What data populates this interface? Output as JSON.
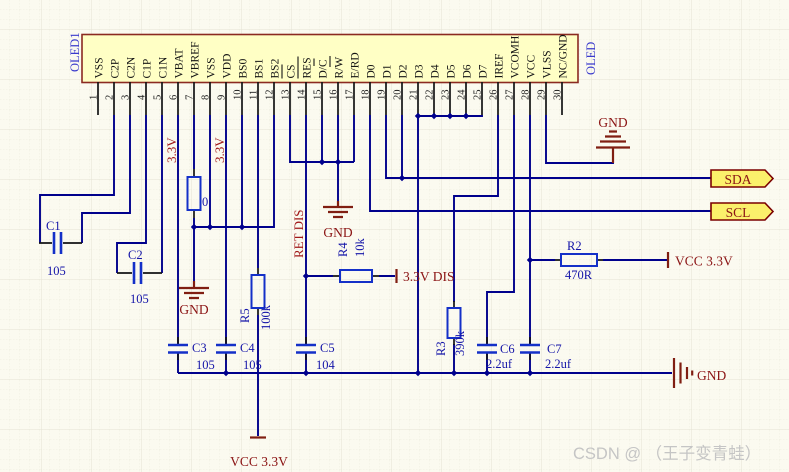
{
  "colors": {
    "background": "#FBFAF0",
    "wire_blue": "#00008C",
    "symbol_blue": "#1430C8",
    "text_blue": "#1414A8",
    "designator_blue": "#3A3ACC",
    "power_red": "#801E12",
    "label_red": "#A01818",
    "part_fill": "#FFFFC5",
    "part_border": "#8B2A21",
    "port_fill": "#FBF06B",
    "watermark_gray": "#C5C5C5"
  },
  "component": {
    "designator": "OLED1",
    "designator_right": "OLED",
    "pins": [
      {
        "num": "1",
        "name": "VSS"
      },
      {
        "num": "2",
        "name": "C2P"
      },
      {
        "num": "3",
        "name": "C2N"
      },
      {
        "num": "4",
        "name": "C1P"
      },
      {
        "num": "5",
        "name": "C1N"
      },
      {
        "num": "6",
        "name": "VBAT"
      },
      {
        "num": "7",
        "name": "VBREF"
      },
      {
        "num": "8",
        "name": "VSS"
      },
      {
        "num": "9",
        "name": "VDD"
      },
      {
        "num": "10",
        "name": "BS0"
      },
      {
        "num": "11",
        "name": "BS1"
      },
      {
        "num": "12",
        "name": "BS2"
      },
      {
        "num": "13",
        "name": "CS"
      },
      {
        "num": "14",
        "name": "RES"
      },
      {
        "num": "15",
        "name": "D/C"
      },
      {
        "num": "16",
        "name": "R/W"
      },
      {
        "num": "17",
        "name": "E/RD"
      },
      {
        "num": "18",
        "name": "D0"
      },
      {
        "num": "19",
        "name": "D1"
      },
      {
        "num": "20",
        "name": "D2"
      },
      {
        "num": "21",
        "name": "D3"
      },
      {
        "num": "22",
        "name": "D4"
      },
      {
        "num": "23",
        "name": "D5"
      },
      {
        "num": "24",
        "name": "D6"
      },
      {
        "num": "25",
        "name": "D7"
      },
      {
        "num": "26",
        "name": "IREF"
      },
      {
        "num": "27",
        "name": "VCOMH"
      },
      {
        "num": "28",
        "name": "VCC"
      },
      {
        "num": "29",
        "name": "VLSS"
      },
      {
        "num": "30",
        "name": "NC/GND"
      }
    ]
  },
  "capacitors": {
    "c1": {
      "ref": "C1",
      "value": "105"
    },
    "c2": {
      "ref": "C2",
      "value": "105"
    },
    "c3": {
      "ref": "C3",
      "value": "105"
    },
    "c4": {
      "ref": "C4",
      "value": "105"
    },
    "c5": {
      "ref": "C5",
      "value": "104"
    },
    "c6": {
      "ref": "C6",
      "value": "2.2uf"
    },
    "c7": {
      "ref": "C7",
      "value": "2.2uf"
    }
  },
  "resistors": {
    "r0": {
      "value": "0"
    },
    "r2": {
      "ref": "R2",
      "value": "470R"
    },
    "r3": {
      "ref": "R3",
      "value": "390k"
    },
    "r4": {
      "ref": "R4",
      "value": "10k"
    },
    "r5": {
      "ref": "R5",
      "value": "100k"
    }
  },
  "net_labels": {
    "v33": "3.3V",
    "ret_dis": "RET DIS"
  },
  "power": {
    "gnd": "GND",
    "vcc33": "VCC 3.3V",
    "dis33": "3.3V DIS"
  },
  "ports": {
    "sda": "SDA",
    "scl": "SCL"
  },
  "watermark": "CSDN @ （王子变青蛙）"
}
